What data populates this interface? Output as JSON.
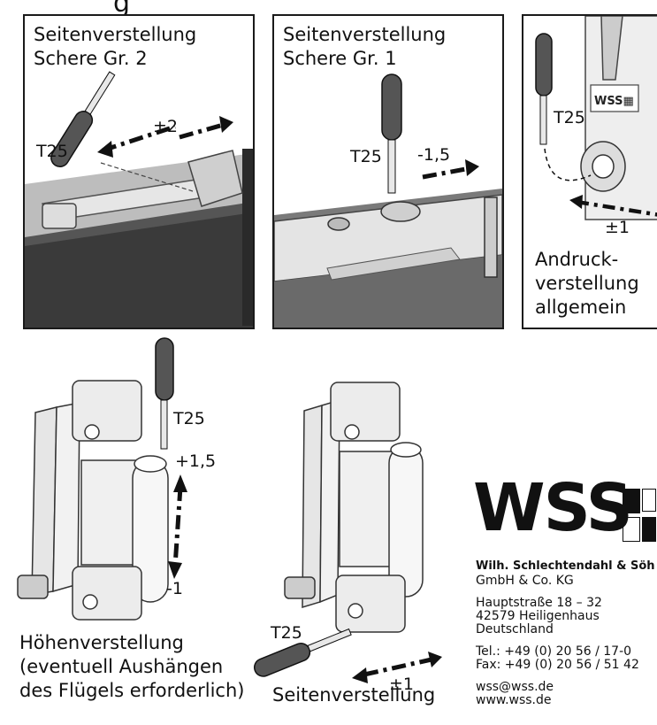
{
  "header": {
    "fragment": "g"
  },
  "panels": {
    "shear2": {
      "title_line1": "Seitenverstellung",
      "title_line2": "Schere Gr. 2",
      "tool": "T25",
      "value": "±2"
    },
    "shear1": {
      "title_line1": "Seitenverstellung",
      "title_line2": "Schere Gr. 1",
      "tool": "T25",
      "value": "-1,5"
    },
    "pressure": {
      "tool": "T25",
      "value": "±1",
      "caption_line1": "Andruck-",
      "caption_line2": "verstellung",
      "caption_line3": "allgemein"
    }
  },
  "hinge_height": {
    "tool": "T25",
    "value_up": "+1,5",
    "value_down": "-1",
    "caption_line1": "Höhenverstellung",
    "caption_line2": "(eventuell Aushängen",
    "caption_line3": "des Flügels erforderlich)"
  },
  "hinge_side": {
    "tool": "T25",
    "value": "±1",
    "caption": "Seitenverstellung"
  },
  "company": {
    "logo_text": "WSS",
    "name": "Wilh. Schlechtendahl & Söh",
    "legal": "GmbH & Co. KG",
    "street": "Hauptstraße 18 – 32",
    "city": "42579 Heiligenhaus",
    "country": "Deutschland",
    "tel": "Tel.:   +49 (0) 20 56 / 17-0",
    "fax": "Fax:   +49 (0) 20 56 / 51 42",
    "email": "wss@wss.de",
    "web": "www.wss.de"
  }
}
